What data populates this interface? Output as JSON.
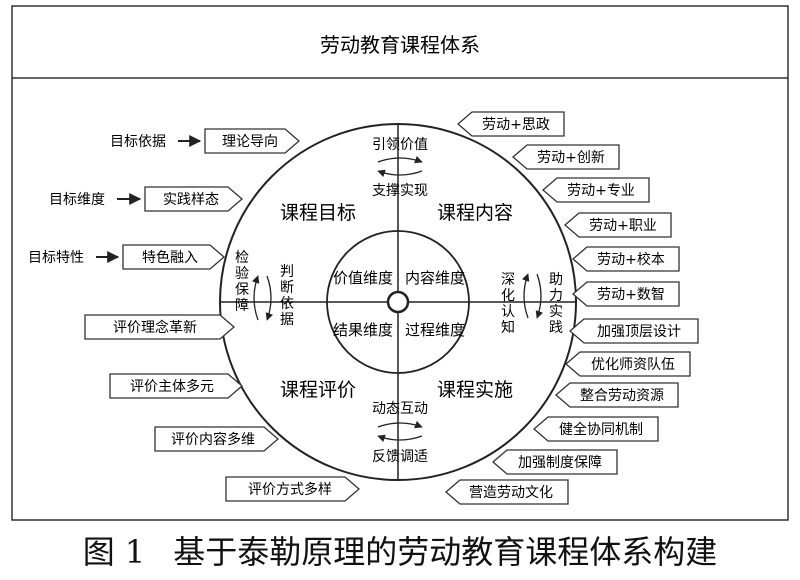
{
  "title": "劳动教育课程体系",
  "caption": {
    "figure_no": "图 1",
    "text": "基于泰勒原理的劳动教育课程体系构建"
  },
  "quadrants": {
    "goal": "课程目标",
    "content": "课程内容",
    "evaluation": "课程评价",
    "implementation": "课程实施"
  },
  "inner": {
    "value": "价值维度",
    "content": "内容维度",
    "result": "结果维度",
    "process": "过程维度"
  },
  "relations": {
    "top": {
      "a": "引领价值",
      "b": "支撑实现"
    },
    "bottom": {
      "a": "动态互动",
      "b": "反馈调适"
    },
    "left": {
      "a": [
        "检",
        "验",
        "保",
        "障"
      ],
      "b": [
        "判",
        "断",
        "依",
        "据"
      ]
    },
    "right": {
      "a": [
        "深",
        "化",
        "认",
        "知"
      ],
      "b": [
        "助",
        "力",
        "实",
        "践"
      ]
    }
  },
  "left_side": {
    "goal_items": [
      {
        "label": "目标依据",
        "tag": "理论导向"
      },
      {
        "label": "目标维度",
        "tag": "实践样态"
      },
      {
        "label": "目标特性",
        "tag": "特色融入"
      }
    ],
    "eval_items": [
      "评价理念革新",
      "评价主体多元",
      "评价内容多维",
      "评价方式多样"
    ]
  },
  "right_side": {
    "content_items": [
      "劳动+思政",
      "劳动+创新",
      "劳动+专业",
      "劳动+职业",
      "劳动+校本",
      "劳动+数智"
    ],
    "impl_items": [
      "加强顶层设计",
      "优化师资队伍",
      "整合劳动资源",
      "健全协同机制",
      "加强制度保障",
      "营造劳动文化"
    ]
  }
}
